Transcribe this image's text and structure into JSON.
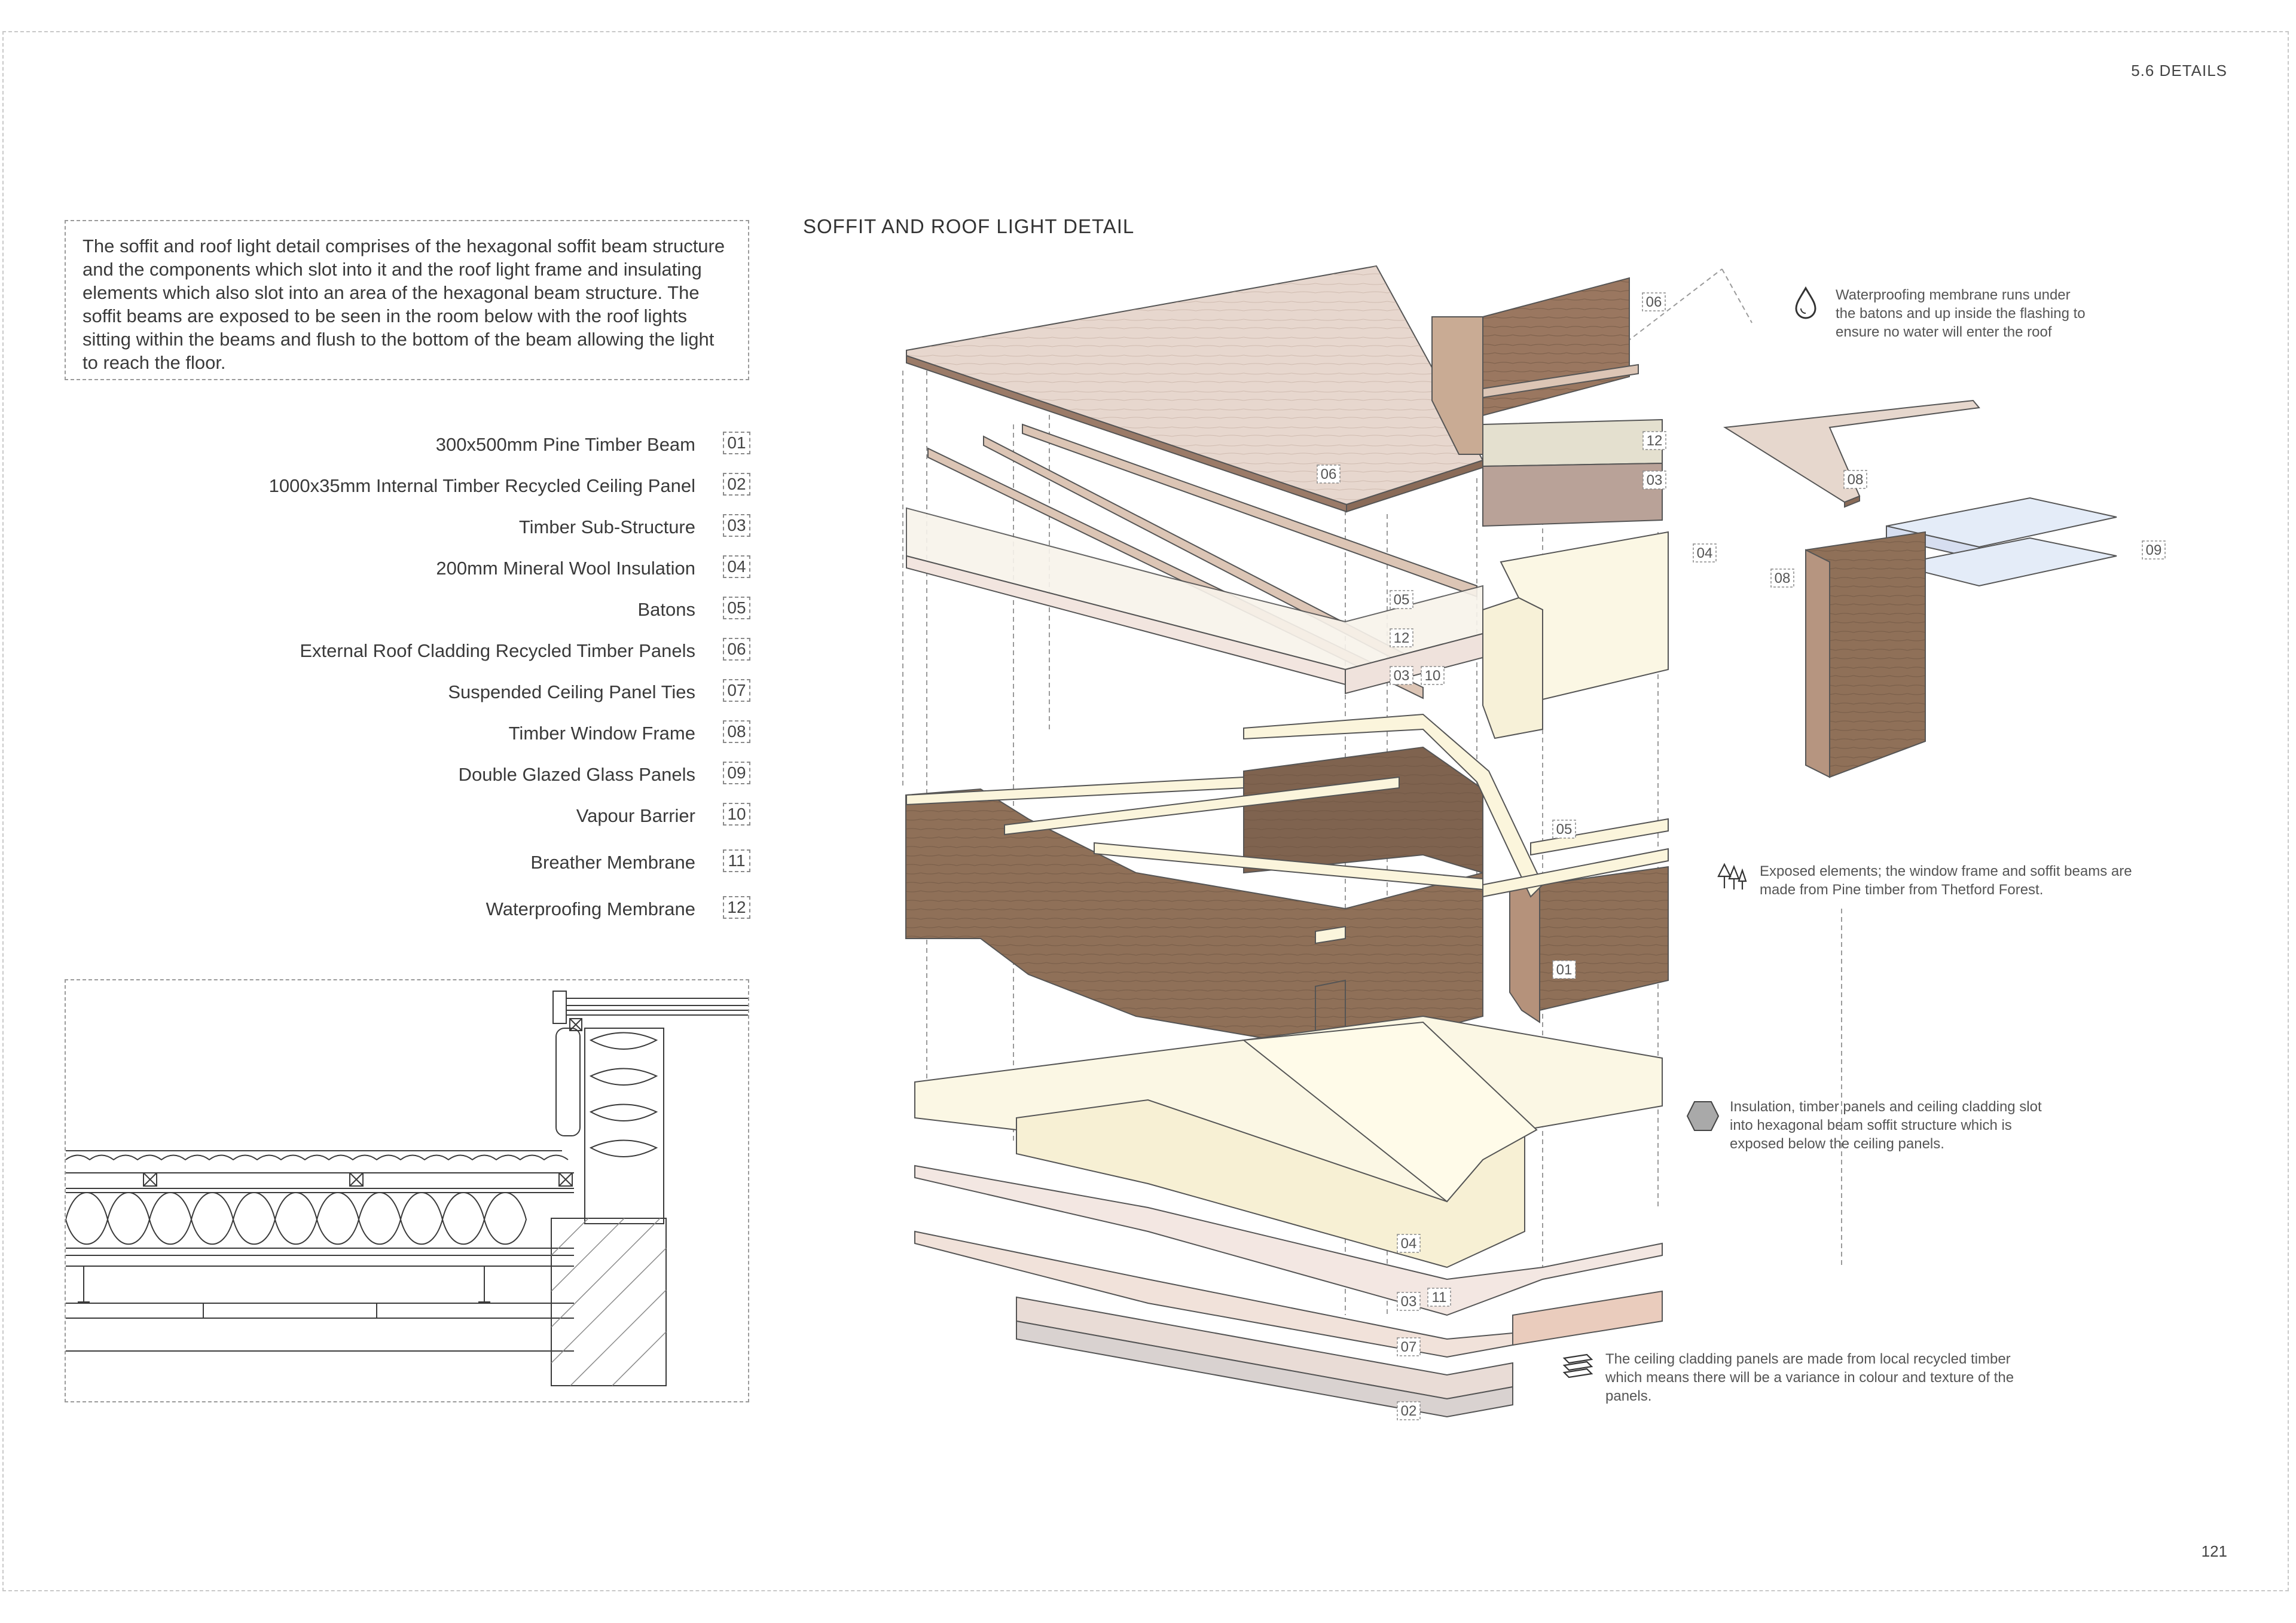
{
  "header": {
    "section": "5.6 DETAILS"
  },
  "page_number": "121",
  "intro": {
    "text": "The soffit and roof light detail comprises of the hexagonal soffit beam structure and the components which slot into it and the roof light frame and insulating elements which also slot into an area of the hexagonal beam structure. The soffit beams are exposed to be seen in the room below with the roof lights sitting within the beams and flush to the bottom of the beam allowing the light to reach the floor."
  },
  "legend": [
    {
      "label": "300x500mm Pine Timber Beam",
      "num": "01"
    },
    {
      "label": "1000x35mm Internal Timber Recycled Ceiling Panel",
      "num": "02"
    },
    {
      "label": "Timber Sub-Structure",
      "num": "03"
    },
    {
      "label": "200mm Mineral Wool Insulation",
      "num": "04"
    },
    {
      "label": "Batons",
      "num": "05"
    },
    {
      "label": "External Roof Cladding Recycled Timber Panels",
      "num": "06"
    },
    {
      "label": "Suspended Ceiling Panel Ties",
      "num": "07"
    },
    {
      "label": "Timber Window Frame",
      "num": "08"
    },
    {
      "label": "Double Glazed Glass Panels",
      "num": "09"
    },
    {
      "label": "Vapour Barrier",
      "num": "10"
    },
    {
      "label": "Breather Membrane",
      "num": "11"
    },
    {
      "label": "Waterproofing  Membrane",
      "num": "12"
    }
  ],
  "diagram": {
    "title": "SOFFIT AND ROOF LIGHT DETAIL",
    "tags": [
      "06",
      "06",
      "12",
      "03",
      "04",
      "05",
      "12",
      "03",
      "10",
      "08",
      "08",
      "09",
      "05",
      "01",
      "04",
      "03",
      "11",
      "07",
      "02"
    ]
  },
  "notes": {
    "waterproofing": "Waterproofing membrane runs under the batons and up inside the flashing to ensure no water will enter the roof",
    "exposed": "Exposed elements; the window frame and soffit beams are made from Pine timber from Thetford Forest.",
    "insulation": "Insulation, timber panels and ceiling cladding slot into hexagonal beam soffit structure which is exposed below the ceiling panels.",
    "cladding": "The ceiling cladding panels are made from local recycled timber which means there will be a variance in colour and texture of the panels."
  },
  "icons": {
    "waterproofing": "water-drop-icon",
    "exposed": "tree-icon",
    "insulation": "hexagon-icon",
    "cladding": "timber-planks-icon"
  },
  "colors": {
    "pine_beam": "#8f7058",
    "roof_panel": "#e8d8cf",
    "insulation": "#fbf7e4",
    "glass": "#e4ecf8",
    "ceiling_panel": "#f3e7e2"
  }
}
